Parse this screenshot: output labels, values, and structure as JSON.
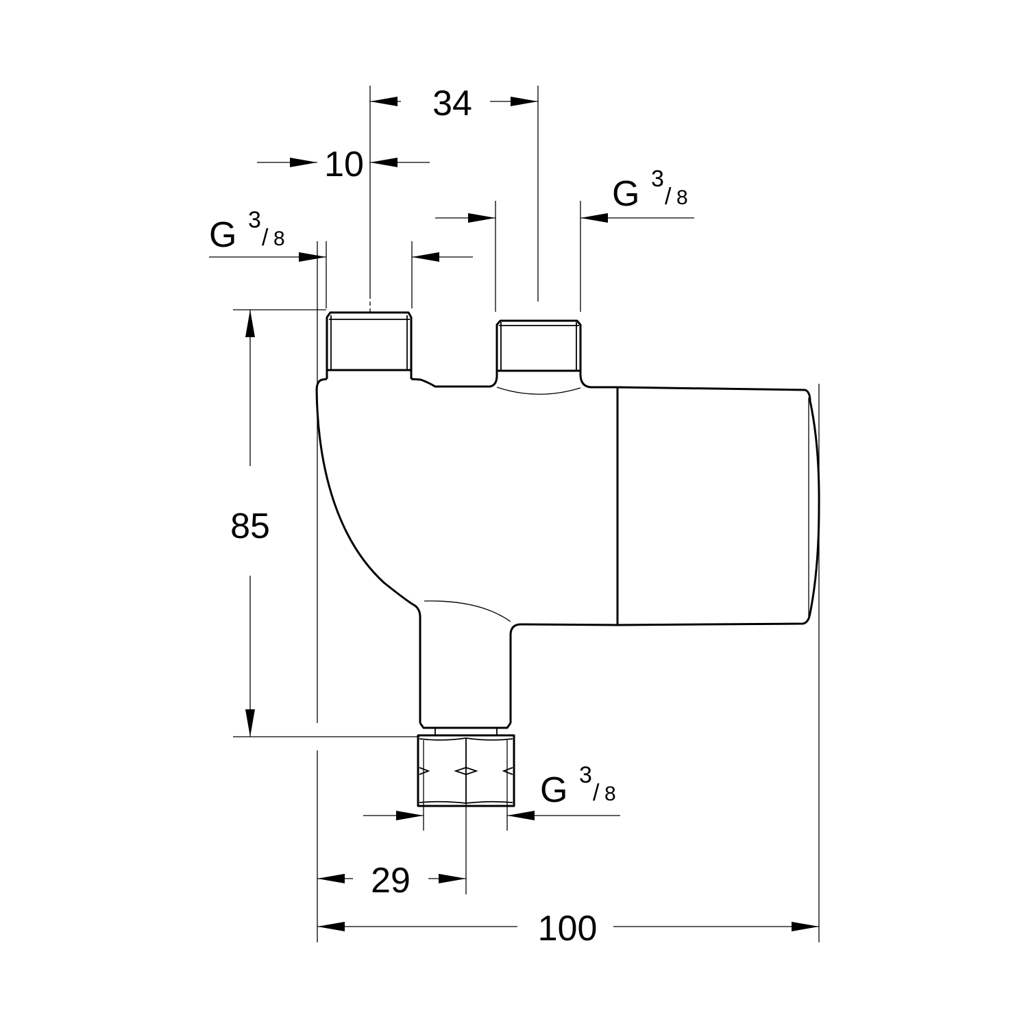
{
  "dimensions": {
    "pipe_spacing": "34",
    "offset": "10",
    "height": "85",
    "outlet_offset": "29",
    "width": "100"
  },
  "threads": {
    "left_inlet": {
      "prefix": "G",
      "num": "3",
      "den": "8"
    },
    "right_inlet": {
      "prefix": "G",
      "num": "3",
      "den": "8"
    },
    "outlet": {
      "prefix": "G",
      "num": "3",
      "den": "8"
    }
  }
}
